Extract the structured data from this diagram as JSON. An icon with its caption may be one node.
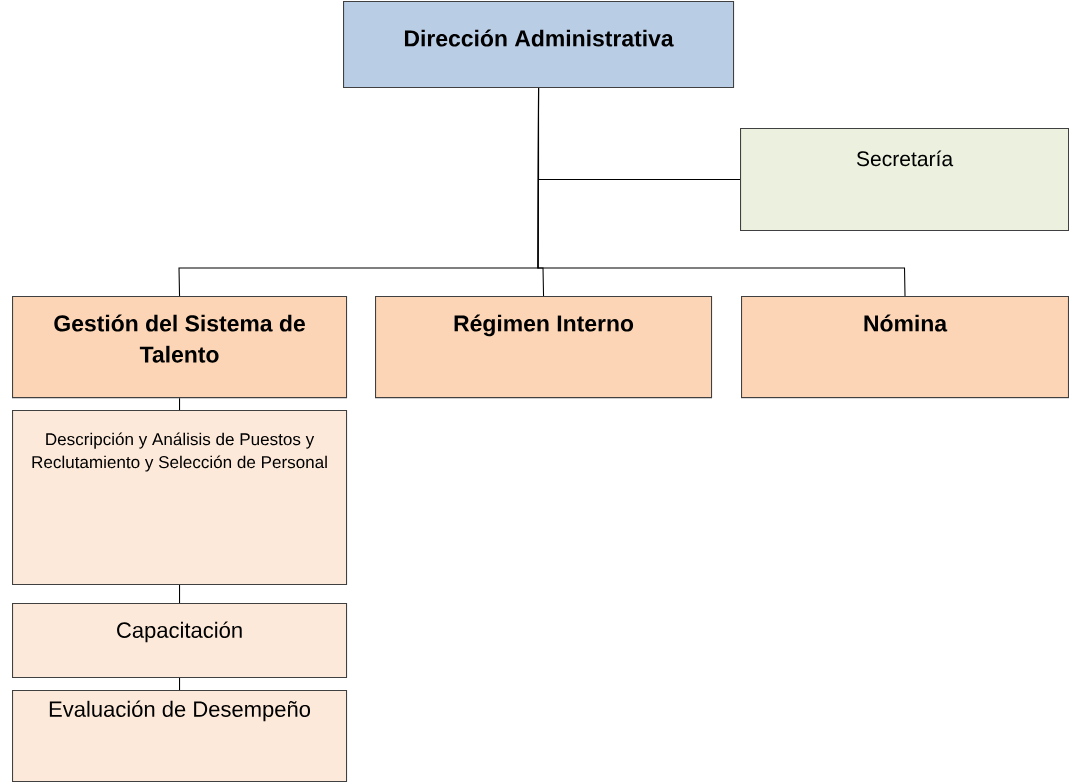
{
  "diagram": {
    "nodes": [
      {
        "text": [
          "Dirección Administrativa"
        ]
      },
      {
        "text": [
          "Secretaría"
        ]
      },
      {
        "text": [
          "Gestión del Sistema de Talento"
        ]
      },
      {
        "text": [
          "Régimen Interno"
        ]
      },
      {
        "text": [
          "Nómina"
        ]
      },
      {
        "text": [
          "Descripción y Análisis de Puestos y Reclutamiento y Selección de Personal"
        ]
      },
      {
        "text": [
          "Capacitación"
        ]
      },
      {
        "text": [
          "Evaluación de Desempeño"
        ]
      }
    ],
    "edges": [
      {
        "from": 0,
        "to": 1,
        "arrow": "none"
      },
      {
        "from": 0,
        "to": 2,
        "arrow": "none"
      },
      {
        "from": 0,
        "to": 3,
        "arrow": "none"
      },
      {
        "from": 0,
        "to": 4,
        "arrow": "none"
      },
      {
        "from": 2,
        "to": 5,
        "arrow": "none"
      },
      {
        "from": 5,
        "to": 6,
        "arrow": "none"
      },
      {
        "from": 6,
        "to": 7,
        "arrow": "none"
      }
    ]
  }
}
